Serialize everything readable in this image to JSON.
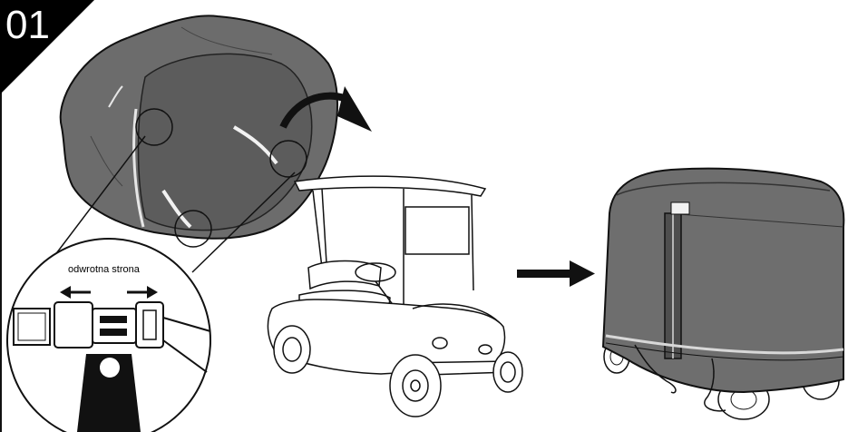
{
  "step": {
    "number": "01"
  },
  "callout": {
    "label": "odwrotna strona"
  },
  "colors": {
    "badge_background": "#000000",
    "cover_gray": "#6e6e6e",
    "cover_dark": "#5a5a5a",
    "outline": "#111111",
    "reflective_strip": "#d8d8d8"
  },
  "icons": {
    "step_badge": "triangle-corner-badge",
    "turn_arrow": "curved-arrow",
    "next_arrow": "right-arrow",
    "buckle": "side-release-buckle"
  }
}
